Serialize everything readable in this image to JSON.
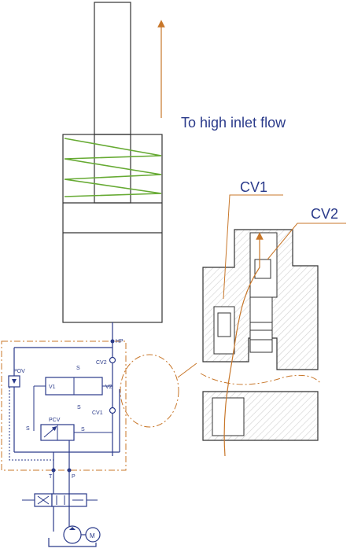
{
  "annotation": {
    "text": "To high inlet flow"
  },
  "callouts": {
    "cv1": "CV1",
    "cv2": "CV2"
  },
  "circuit": {
    "hp": "HP",
    "pov": "POV",
    "pcv": "PCV",
    "cv2": "CV2",
    "cv1": "CV1",
    "v1": "V1",
    "v2": "V2",
    "s_top": "S",
    "s_bottom": "S",
    "s_left": "S",
    "s_right": "S",
    "t": "T",
    "p": "P",
    "motor": "M"
  },
  "colors": {
    "line": "#2a3a8a",
    "flow_arrow": "#c8772a",
    "spring": "#66aa33",
    "boundary": "#c8772a",
    "hatch": "#cfcfcf",
    "text": "#2a3a8a"
  }
}
